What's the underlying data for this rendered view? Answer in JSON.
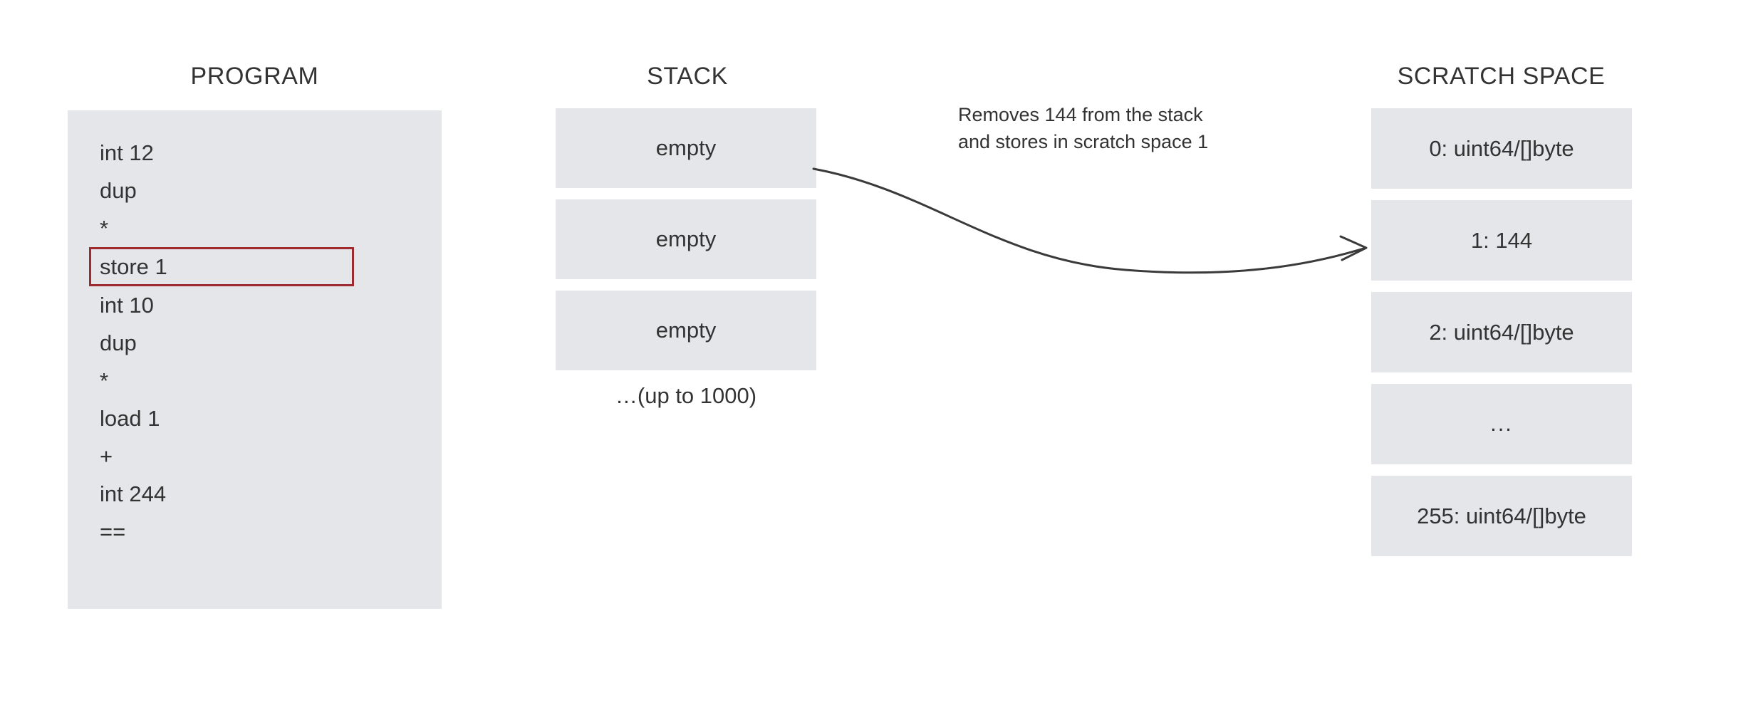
{
  "columns": {
    "program": {
      "title": "PROGRAM",
      "lines": [
        {
          "text": "int 12",
          "highlighted": false
        },
        {
          "text": "dup",
          "highlighted": false
        },
        {
          "text": "*",
          "highlighted": false
        },
        {
          "text": "store 1",
          "highlighted": true
        },
        {
          "text": "int 10",
          "highlighted": false
        },
        {
          "text": "dup",
          "highlighted": false
        },
        {
          "text": "*",
          "highlighted": false
        },
        {
          "text": "load 1",
          "highlighted": false
        },
        {
          "text": "+",
          "highlighted": false
        },
        {
          "text": "int 244",
          "highlighted": false
        },
        {
          "text": "==",
          "highlighted": false
        }
      ]
    },
    "stack": {
      "title": "STACK",
      "cells": [
        "empty",
        "empty",
        "empty"
      ],
      "caption": "…(up to 1000)"
    },
    "scratch": {
      "title": "SCRATCH SPACE",
      "cells": [
        "0: uint64/[]byte",
        "1: 144",
        "2: uint64/[]byte",
        "...",
        "255: uint64/[]byte"
      ]
    }
  },
  "annotation": {
    "line1": "Removes 144 from the stack",
    "line2": "and stores in scratch space 1"
  },
  "colors": {
    "cell_background": "#e4e6e9",
    "highlight_border": "#9e2b30",
    "text": "#333333",
    "arrow": "#3a3a3a",
    "page_background": "#ffffff"
  }
}
